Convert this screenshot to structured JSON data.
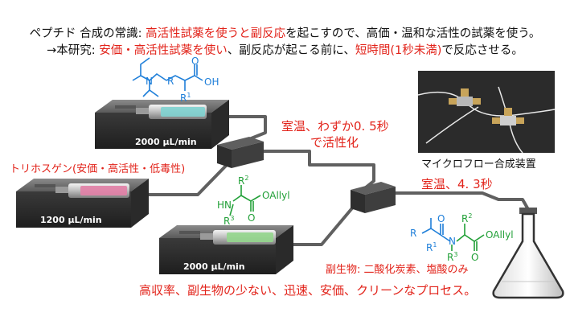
{
  "header": {
    "line1": [
      {
        "text": "ペプチド 合成の常識: ",
        "color": "black"
      },
      {
        "text": "高活性試薬を使うと副反応",
        "color": "red"
      },
      {
        "text": "を起こすので、高価・温和な活性の試薬を使う。",
        "color": "black"
      }
    ],
    "line2": [
      {
        "text": "→本研究: ",
        "color": "black"
      },
      {
        "text": "安価・高活性試薬を使い",
        "color": "red"
      },
      {
        "text": "、副反応が起こる前に、",
        "color": "black"
      },
      {
        "text": "短時間(1秒未満)",
        "color": "red"
      },
      {
        "text": "で反応させる。",
        "color": "black"
      }
    ]
  },
  "pumps": [
    {
      "flow_rate": "2000 μL/min",
      "fluid_color": "#7fd3d0"
    },
    {
      "flow_rate": "1200 μL/min",
      "fluid_color": "#e27fa6"
    },
    {
      "flow_rate": "2000 μL/min",
      "fluid_color": "#93d68c"
    }
  ],
  "reagent_label": "トリホスゲン(安価・高活性・低毒性)",
  "conditions": {
    "activation_line1": "室温、わずか0. 5秒",
    "activation_line2": "で活性化",
    "coupling": "室温、4. 3秒"
  },
  "chem": {
    "amine_acid": {
      "R": "R",
      "R1": "R",
      "R1_sup": "1",
      "OH": "OH",
      "O": "O",
      "N": "N",
      "color": "#1f7fd9"
    },
    "amino_ester": {
      "R2": "R",
      "R2_sup": "2",
      "R3": "R",
      "R3_sup": "3",
      "HN": "HN",
      "OAllyl": "OAllyl",
      "O": "O",
      "color": "#22a038"
    },
    "product": {
      "R": "R",
      "R1": "R",
      "R1_sup": "1",
      "R2": "R",
      "R2_sup": "2",
      "R3": "R",
      "R3_sup": "3",
      "N": "N",
      "O": "O",
      "OAllyl": "OAllyl",
      "color": "#1f7fd9",
      "side_color": "#22a038"
    }
  },
  "photo_caption": "マイクロフロー合成装置",
  "byproduct": "副生物: 二酸化炭素、塩酸のみ",
  "footer": "高収率、副生物の少ない、迅速、安価、クリーンなプロセス。"
}
